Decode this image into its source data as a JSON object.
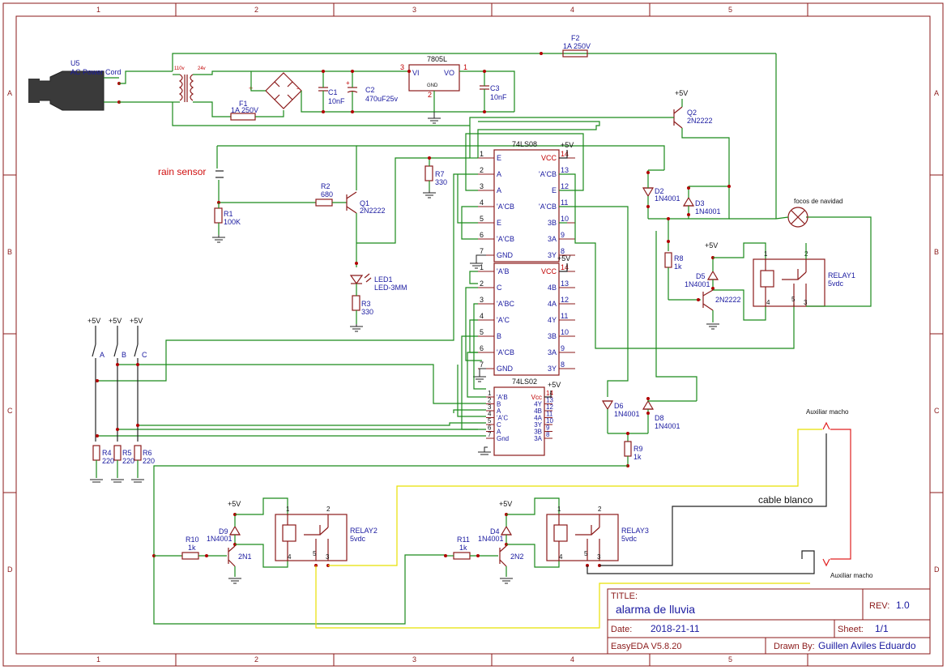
{
  "ruler": {
    "cols": [
      "1",
      "2",
      "3",
      "4",
      "5"
    ],
    "rows": [
      "A",
      "B",
      "C",
      "D"
    ]
  },
  "components": {
    "u5": {
      "ref": "U5",
      "value": "AC Power Cord"
    },
    "xfmr": {
      "primary": "110v",
      "secondary": "24v"
    },
    "f1": {
      "ref": "F1",
      "value": "1A 250V"
    },
    "f2": {
      "ref": "F2",
      "value": "1A 250V"
    },
    "reg": {
      "ref": "7805L",
      "vi": "VI",
      "vo": "VO",
      "gnd": "GND",
      "pin1": "1",
      "pin2": "2",
      "pin3": "3"
    },
    "c1": {
      "ref": "C1",
      "value": "10nF"
    },
    "c2": {
      "ref": "C2",
      "value": "470uF25v"
    },
    "c3": {
      "ref": "C3",
      "value": "10nF"
    },
    "q1": {
      "ref": "Q1",
      "value": "2N2222"
    },
    "q2": {
      "ref": "Q2",
      "value": "2N2222"
    },
    "r1": {
      "ref": "R1",
      "value": "100K"
    },
    "r2": {
      "ref": "R2",
      "value": "680"
    },
    "r3": {
      "ref": "R3",
      "value": "330"
    },
    "r4": {
      "ref": "R4",
      "value": "220"
    },
    "r5": {
      "ref": "R5",
      "value": "220"
    },
    "r6": {
      "ref": "R6",
      "value": "220"
    },
    "r7": {
      "ref": "R7",
      "value": "330"
    },
    "r8": {
      "ref": "R8",
      "value": "1k"
    },
    "r9": {
      "ref": "R9",
      "value": "1k"
    },
    "r10": {
      "ref": "R10",
      "value": "1k"
    },
    "r11": {
      "ref": "R11",
      "value": "1k"
    },
    "led1": {
      "ref": "LED1",
      "value": "LED-3MM"
    },
    "d2": {
      "ref": "D2",
      "value": "1N4001"
    },
    "d3": {
      "ref": "D3",
      "value": "1N4001"
    },
    "d4": {
      "ref": "D4",
      "value": "1N4001"
    },
    "d5": {
      "ref": "D5",
      "value": "1N4001"
    },
    "d6": {
      "ref": "D6",
      "value": "1N4001"
    },
    "d8": {
      "ref": "D8",
      "value": "1N4001"
    },
    "d9": {
      "ref": "D9",
      "value": "1N4001"
    },
    "relay1": {
      "ref": "RELAY1",
      "value": "5vdc"
    },
    "relay2": {
      "ref": "RELAY2",
      "value": "5vdc"
    },
    "relay3": {
      "ref": "RELAY3",
      "value": "5vdc"
    },
    "qd5": {
      "value": "2N2222"
    },
    "n1": {
      "value": "2N1"
    },
    "n2": {
      "value": "2N2"
    },
    "lamp": {
      "value": "focos de navidad"
    },
    "rain": {
      "value": "rain sensor"
    },
    "cable": {
      "value": "cable blanco"
    },
    "aux1": {
      "value": "Auxiliar macho"
    },
    "aux2": {
      "value": "Auxiliar macho"
    },
    "sw": {
      "a": "A",
      "b": "B",
      "c": "C"
    },
    "vcc": "+5V"
  },
  "ic1": {
    "ref": "74LS08",
    "left": [
      {
        "n": "1",
        "l": "E"
      },
      {
        "n": "2",
        "l": "A"
      },
      {
        "n": "3",
        "l": "A"
      },
      {
        "n": "4",
        "l": "'A'CB"
      },
      {
        "n": "5",
        "l": "E"
      },
      {
        "n": "6",
        "l": "'A'CB"
      },
      {
        "n": "7",
        "l": "GND"
      }
    ],
    "right": [
      {
        "n": "14",
        "l": "VCC"
      },
      {
        "n": "13",
        "l": "'A'CB"
      },
      {
        "n": "12",
        "l": "E"
      },
      {
        "n": "11",
        "l": "'A'CB"
      },
      {
        "n": "10",
        "l": "3B"
      },
      {
        "n": "9",
        "l": "3A"
      },
      {
        "n": "8",
        "l": "3Y"
      }
    ]
  },
  "ic2": {
    "left": [
      {
        "n": "1",
        "l": "'A'B"
      },
      {
        "n": "2",
        "l": "C"
      },
      {
        "n": "3",
        "l": "'A'BC"
      },
      {
        "n": "4",
        "l": "'A'C"
      },
      {
        "n": "5",
        "l": "B"
      },
      {
        "n": "6",
        "l": "'A'CB"
      },
      {
        "n": "7",
        "l": "GND"
      }
    ],
    "right": [
      {
        "n": "14",
        "l": "VCC"
      },
      {
        "n": "13",
        "l": "4B"
      },
      {
        "n": "12",
        "l": "4A"
      },
      {
        "n": "11",
        "l": "4Y"
      },
      {
        "n": "10",
        "l": "3B"
      },
      {
        "n": "9",
        "l": "3A"
      },
      {
        "n": "8",
        "l": "3Y"
      }
    ]
  },
  "ic3": {
    "ref": "74LS02",
    "left": [
      {
        "n": "1",
        "l": "'A'B"
      },
      {
        "n": "2",
        "l": "B"
      },
      {
        "n": "3",
        "l": "A"
      },
      {
        "n": "4",
        "l": "'A'C"
      },
      {
        "n": "5",
        "l": "C"
      },
      {
        "n": "6",
        "l": "A"
      },
      {
        "n": "7",
        "l": "Gnd"
      }
    ],
    "right": [
      {
        "n": "14",
        "l": "Vcc"
      },
      {
        "n": "13",
        "l": "4Y"
      },
      {
        "n": "12",
        "l": "4B"
      },
      {
        "n": "11",
        "l": "4A"
      },
      {
        "n": "10",
        "l": "3Y"
      },
      {
        "n": "9",
        "l": "3B"
      },
      {
        "n": "8",
        "l": "3A"
      }
    ]
  },
  "title_block": {
    "title_label": "TITLE:",
    "title": "alarma de lluvia",
    "rev_label": "REV:",
    "rev": "1.0",
    "date_label": "Date:",
    "date": "2018-21-11",
    "sheet_label": "Sheet:",
    "sheet": "1/1",
    "tool": "EasyEDA V5.8.20",
    "drawn_label": "Drawn By:",
    "drawn": "Guillen Aviles Eduardo"
  }
}
